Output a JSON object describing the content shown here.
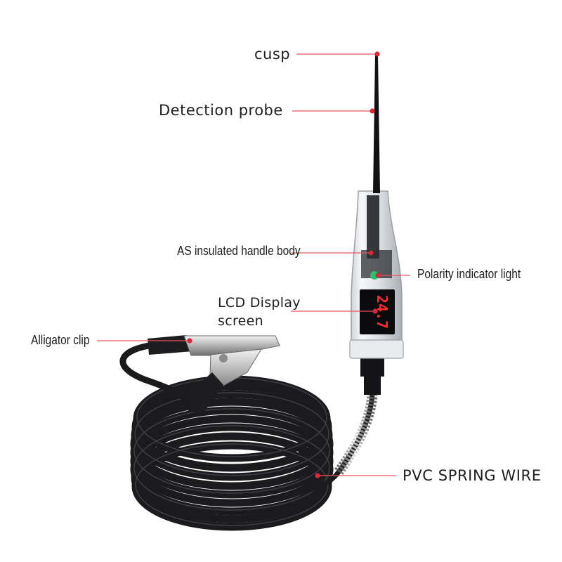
{
  "labels": {
    "cusp": "cusp",
    "detection_probe": "Detection probe",
    "handle_body": "AS insulated handle body",
    "polarity_light": "Polarity indicator light",
    "lcd_display_line1": "LCD Display",
    "lcd_display_line2": "screen",
    "alligator_clip": "Alligator clip",
    "spring_wire": "PVC SPRING WIRE"
  },
  "display_reading": "24.7",
  "colors": {
    "leader_line": "#e8555f",
    "leader_dot": "#d8283a",
    "cable": "#1b1b1d",
    "probe": "#121214",
    "display_red": "#ff2a2a",
    "indicator_green": "#27c46b"
  }
}
